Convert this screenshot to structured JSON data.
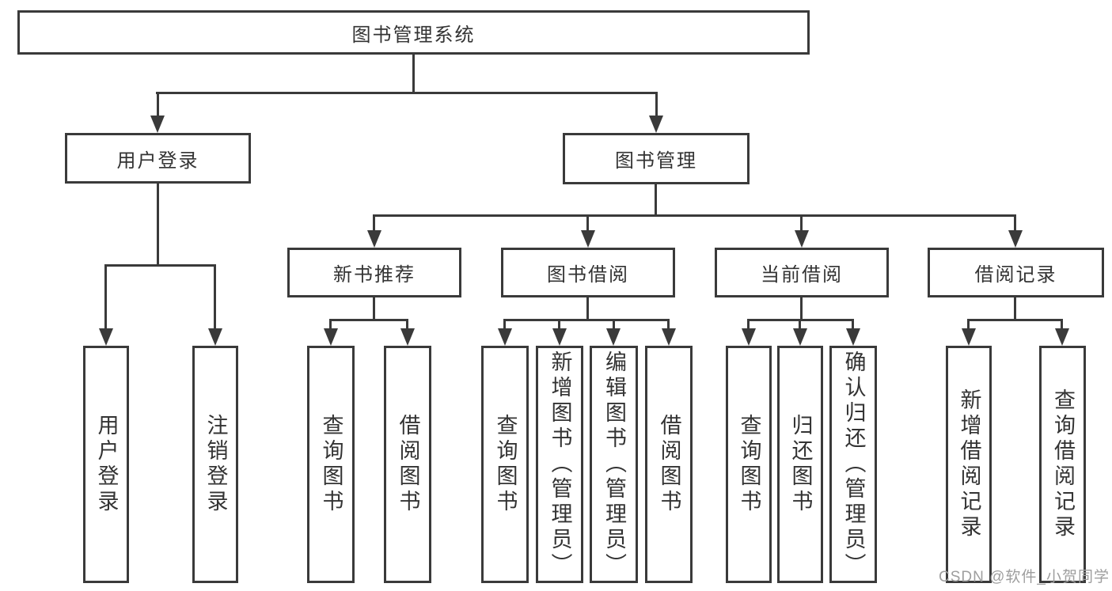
{
  "colors": {
    "line": "#3a3a3a",
    "node_border": "#3a3a3a",
    "node_text": "#333333",
    "background": "#ffffff",
    "watermark_text_color": "#9e9e9e"
  },
  "watermark": {
    "text": "CSDN @软件_小贺同学"
  },
  "diagram": {
    "type": "hierarchy-tree",
    "root": {
      "label": "图书管理系统",
      "children": [
        {
          "label": "用户登录",
          "children": [
            {
              "label": "用户登录"
            },
            {
              "label": "注销登录"
            }
          ]
        },
        {
          "label": "图书管理",
          "children": [
            {
              "label": "新书推荐",
              "children": [
                {
                  "label": "查询图书"
                },
                {
                  "label": "借阅图书"
                }
              ]
            },
            {
              "label": "图书借阅",
              "children": [
                {
                  "label": "查询图书"
                },
                {
                  "label": "新增图书（管理员）"
                },
                {
                  "label": "编辑图书（管理员）"
                },
                {
                  "label": "借阅图书"
                }
              ]
            },
            {
              "label": "当前借阅",
              "children": [
                {
                  "label": "查询图书"
                },
                {
                  "label": "归还图书"
                },
                {
                  "label": "确认归还（管理员）"
                }
              ]
            },
            {
              "label": "借阅记录",
              "children": [
                {
                  "label": "新增借阅记录"
                },
                {
                  "label": "查询借阅记录"
                }
              ]
            }
          ]
        }
      ]
    }
  }
}
